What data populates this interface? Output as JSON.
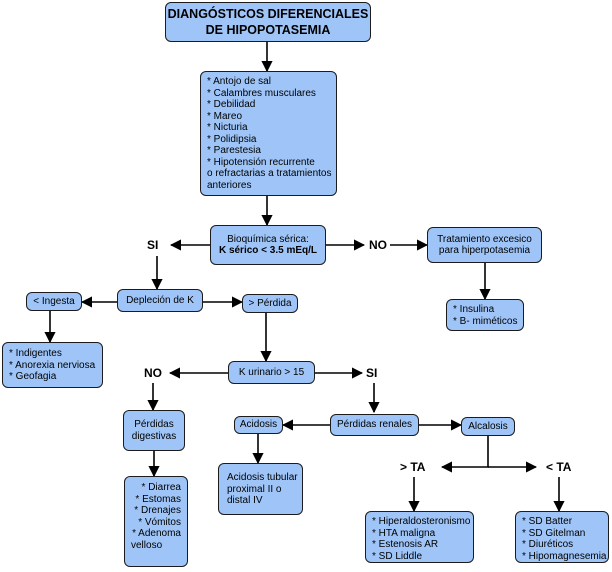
{
  "title": {
    "line1": "DIANGÓSTICOS DIFERENCIALES",
    "line2": "DE HIPOPOTASEMIA"
  },
  "symptoms": [
    "* Antojo de sal",
    "* Calambres musculares",
    "* Debilidad",
    "* Mareo",
    "* Nicturia",
    "* Polidipsia",
    "* Parestesia",
    "* Hipotensión recurrente",
    "o refractarias a tratamientos",
    "anteriores"
  ],
  "biochem": {
    "line1": "Bioquímica sérica:",
    "line2": "K sérico < 3.5 mEq/L"
  },
  "si_label_1": "SI",
  "no_label_1": "NO",
  "excess_treatment": {
    "line1": "Tratamiento excesico",
    "line2": "para hiperpotasemia"
  },
  "excess_causes": [
    "* Insulina",
    "* B- miméticos"
  ],
  "k_depletion": "Depleción de K",
  "low_intake": "< Ingesta",
  "intake_causes": [
    "* Indigentes",
    "* Anorexia nerviosa",
    "* Geofagia"
  ],
  "high_loss": "> Pérdida",
  "urinary_k": "K urinario > 15",
  "no_label_2": "NO",
  "si_label_2": "SI",
  "digestive_losses": {
    "line1": "Pérdidas",
    "line2": "digestivas"
  },
  "digestive_causes": [
    "* Diarrea",
    "* Estomas",
    "* Drenajes",
    "* Vómitos",
    "* Adenoma",
    "velloso"
  ],
  "renal_losses": "Pérdidas renales",
  "acidosis": "Acidosis",
  "acidosis_causes": [
    "Acidosis tubular",
    "proximal II o",
    "distal IV"
  ],
  "alkalosis": "Alcalosis",
  "high_ta": "> TA",
  "low_ta": "< TA",
  "high_ta_causes": [
    "* Hiperaldosteronismo",
    "* HTA maligna",
    "* Estenosis AR",
    "* SD Liddle"
  ],
  "low_ta_causes": [
    "* SD Batter",
    "* SD Gitelman",
    "* Diuréticos",
    "* Hipomagnesemia"
  ]
}
